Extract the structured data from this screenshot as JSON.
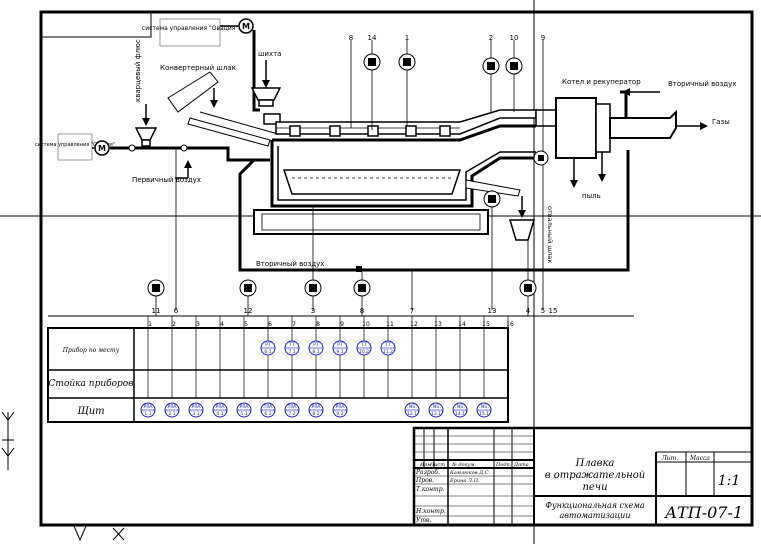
{
  "labels": {
    "control_system_1": "система управления \"Овация\"",
    "control_system_2": "система управления \"Овация\"",
    "motor_symbol": "M",
    "charge": "шихта",
    "converter_slag": "Конвертерный шлак",
    "flux": "кварцевый флюс",
    "primary_air": "Первичный воздух",
    "secondary_air_bottom": "Вторичный воздух",
    "secondary_air_top": "Вторичный воздух",
    "boiler": "Котел и рекуператор",
    "gases": "Газы",
    "dust": "пыль",
    "waste_slag": "отвальный шлак"
  },
  "top_numbers": [
    "8",
    "14",
    "1",
    "2",
    "10",
    "9"
  ],
  "bottom_numbers": [
    "11",
    "6",
    "12",
    "3",
    "8",
    "7",
    "13",
    "4",
    "5",
    "15"
  ],
  "table": {
    "row_headers": [
      "Прибор по месту",
      "Стойка приборов",
      "Щит"
    ],
    "column_numbers": [
      "1",
      "2",
      "3",
      "4",
      "5",
      "6",
      "7",
      "8",
      "9",
      "10",
      "11",
      "12",
      "13",
      "14",
      "15",
      "16"
    ],
    "rack_instruments": [
      "PT 6.1",
      "TT 7.1",
      "PT 8.1",
      "PT 9.1",
      "TT 10.2",
      "TT 11.2"
    ],
    "panel_instruments": [
      "PRA 1.1",
      "PRA 2.1",
      "PRA 3.1",
      "PRA 4.1",
      "PRA 5.1",
      "TRA 6.2",
      "TRA 7.2",
      "PRA 8.2",
      "PRA 9.2",
      "NS 12.1",
      "NS 13.1",
      "NS 14.1",
      "NS 15.1"
    ]
  },
  "title_block": {
    "title_line1": "Плавка",
    "title_line2": "в отражательной",
    "title_line3": "печи",
    "subtitle_line1": "Функциональная схема",
    "subtitle_line2": "автоматизации",
    "code": "АТП-07-1",
    "scale": "1:1",
    "lit_label": "Лит.",
    "mass_label": "Масса",
    "col_headers": [
      "Изм",
      "Лист",
      "№ докум.",
      "Подп.",
      "Дата"
    ],
    "rows": [
      {
        "role": "Разраб.",
        "name": "Камлюков Д.С."
      },
      {
        "role": "Пров.",
        "name": "Ерина Л.П."
      },
      {
        "role": "Т.контр.",
        "name": ""
      },
      {
        "role": "Н.контр.",
        "name": ""
      },
      {
        "role": "Утв.",
        "name": ""
      }
    ]
  }
}
